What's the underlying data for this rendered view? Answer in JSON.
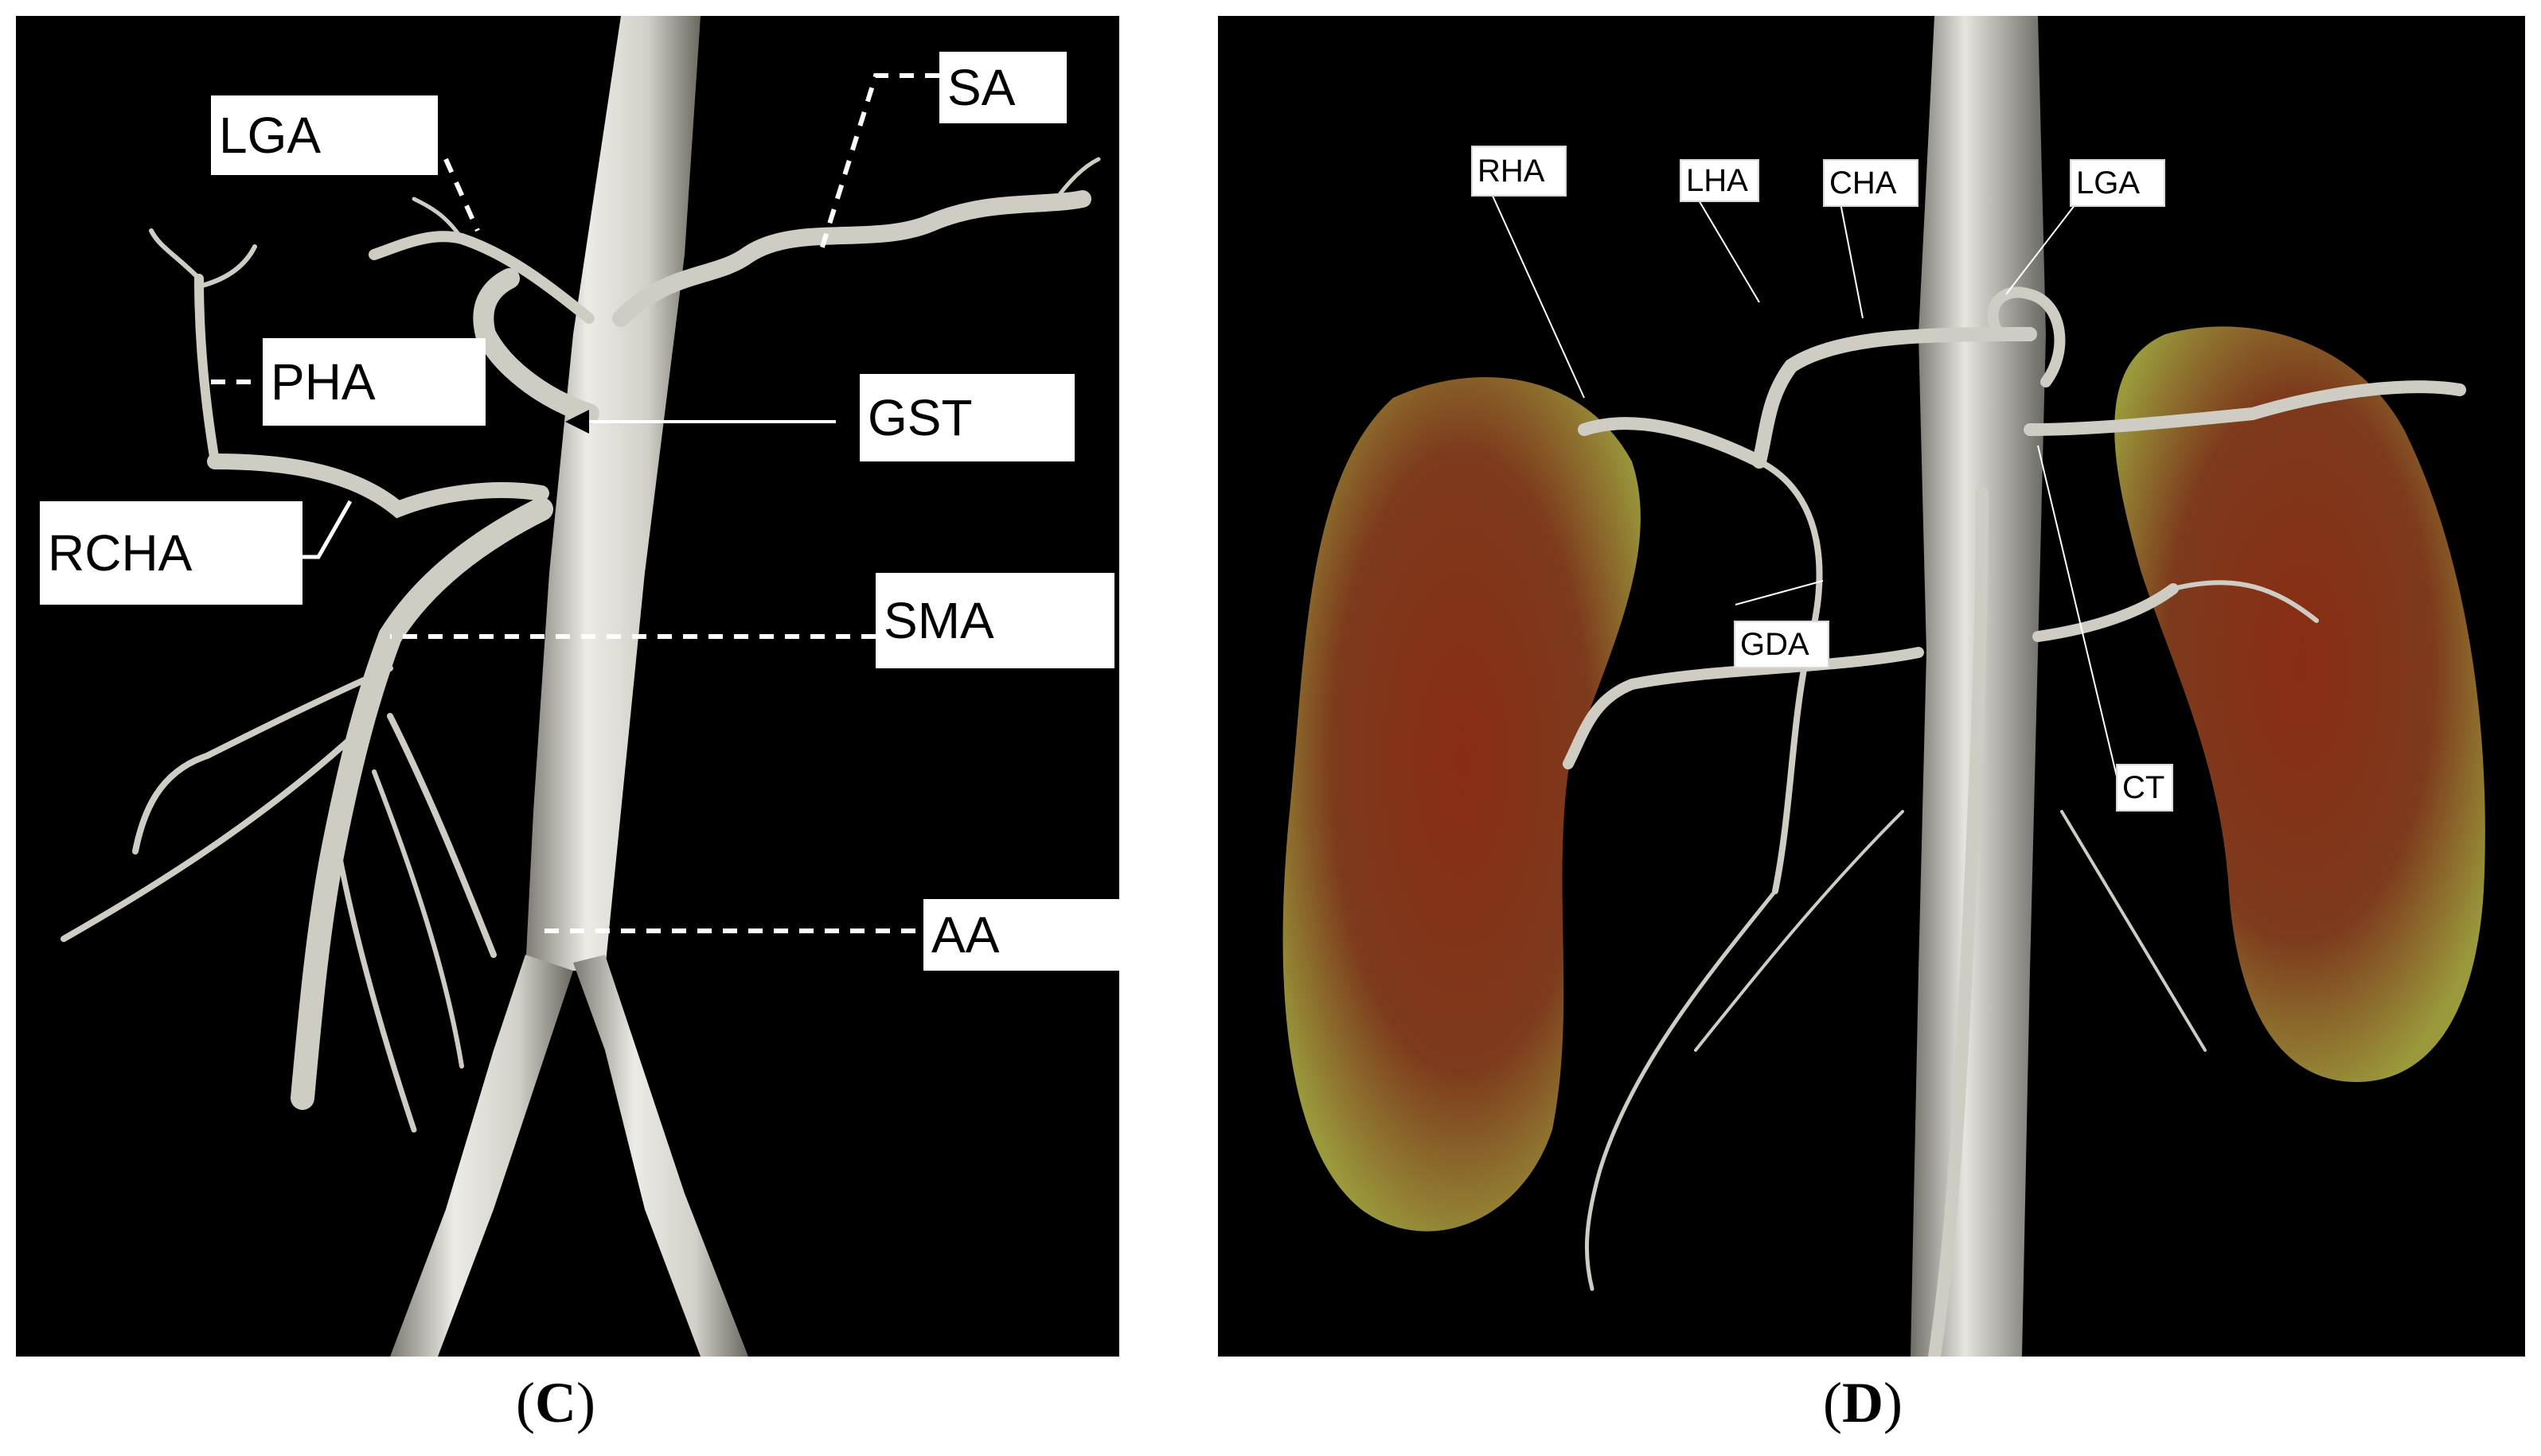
{
  "panels": [
    {
      "caption_letter": "C",
      "labels": [
        "LGA",
        "SA",
        "PHA",
        "GST",
        "RCHA",
        "SMA",
        "AA"
      ]
    },
    {
      "caption_letter": "D",
      "labels": [
        "RHA",
        "LHA",
        "CHA",
        "LGA",
        "GDA",
        "CT"
      ]
    }
  ],
  "caption_open": "(",
  "caption_close": ")",
  "colors": {
    "background": "#000000",
    "vessel": "#d8d6d0",
    "kidney_red": "#8a2c14",
    "kidney_yellow": "#9a9a3c",
    "label_bg": "#ffffff"
  }
}
